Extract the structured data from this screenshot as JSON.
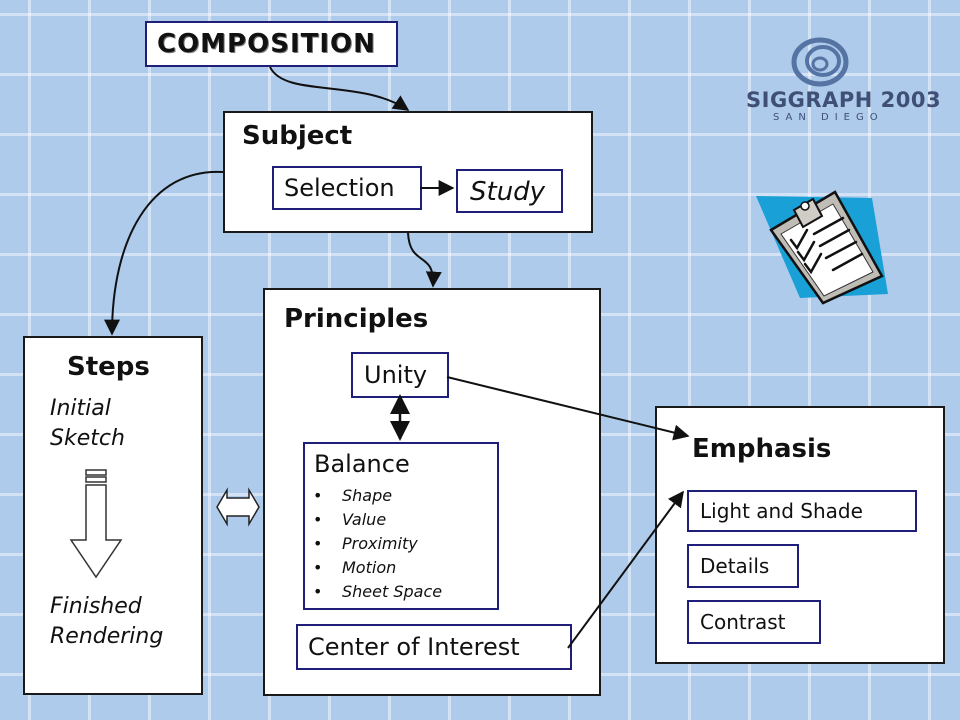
{
  "title": "COMPOSITION",
  "subject": {
    "heading": "Subject",
    "selection": "Selection",
    "study": "Study"
  },
  "principles": {
    "heading": "Principles",
    "unity": "Unity",
    "balance": {
      "label": "Balance",
      "items": [
        "Shape",
        "Value",
        "Proximity",
        "Motion",
        "Sheet Space"
      ]
    },
    "center_of_interest": "Center of Interest"
  },
  "steps": {
    "heading": "Steps",
    "start": [
      "Initial",
      "Sketch"
    ],
    "end": [
      "Finished",
      "Rendering"
    ]
  },
  "emphasis": {
    "heading": "Emphasis",
    "items": [
      "Light and Shade",
      "Details",
      "Contrast"
    ]
  },
  "logo": {
    "name": "SIGGRAPH 2003",
    "location": "SAN DIEGO"
  },
  "colors": {
    "background": "#aecbec",
    "box_border": "#1f1f7a",
    "clipboard_bg": "#19a0d6"
  }
}
